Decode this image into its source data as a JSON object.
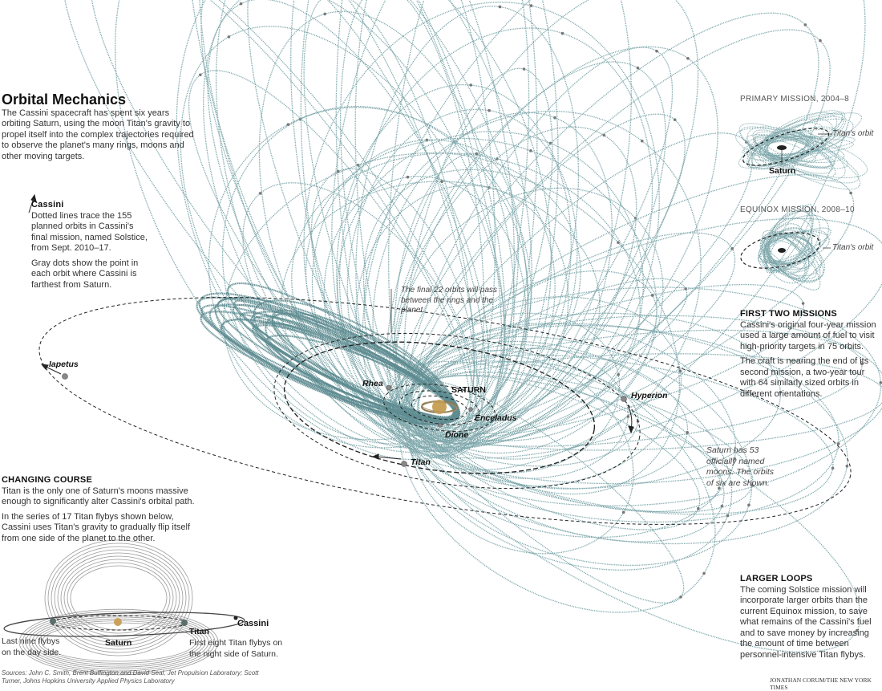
{
  "title": "Orbital Mechanics",
  "intro": "The Cassini spacecraft has spent six years orbiting Saturn, using the moon Titan's gravity to propel itself into the complex trajectories required to observe the planet's many rings, moons and other moving targets.",
  "cassini_note": {
    "heading": "Cassini",
    "p1": "Dotted lines trace the 155 planned orbits in Cassini's final mission, named Solstice, from Sept. 2010–17.",
    "p2": "Gray dots show the point in each orbit where Cassini is farthest from Saturn."
  },
  "changing_course": {
    "heading": "CHANGING COURSE",
    "p1": "Titan is the only one of Saturn's moons massive enough to significantly alter Cassini's orbital path.",
    "p2": "In the series of 17 Titan flybys shown below, Cassini uses Titan's gravity to gradually flip itself from one side of the planet to the other.",
    "inset": {
      "saturn": "Saturn",
      "titan": "Titan",
      "cassini": "Cassini",
      "left_note": "Last nine flybys on the day side.",
      "right_note": "First eight Titan flybys on the night side of Saturn."
    }
  },
  "sources": "Sources: John C. Smith, Brent Buffington and David Seal, Jet Propulsion Laboratory; Scott Turner, Johns Hopkins University Applied Physics Laboratory",
  "credit": "JONATHAN CORUM/THE NEW YORK TIMES",
  "primary_mission": {
    "caption": "PRIMARY MISSION, 2004–8",
    "titan_orbit": "Titan's orbit",
    "saturn": "Saturn"
  },
  "equinox_mission": {
    "caption": "EQUINOX MISSION, 2008–10",
    "titan_orbit": "Titan's orbit"
  },
  "first_two": {
    "heading": "FIRST TWO MISSIONS",
    "p1": "Cassini's original four-year mission used a large amount of fuel to visit high-priority targets in 75 orbits.",
    "p2": "The craft is nearing the end of its second mission, a two-year tour with 64 similarly sized orbits in different orientations."
  },
  "larger_loops": {
    "heading": "LARGER LOOPS",
    "p1": "The coming Solstice mission will incorporate larger orbits than the current Equinox mission, to save what remains of the Cassini's fuel and to save money by increasing the amount of time between personnel-intensive Titan flybys."
  },
  "moons_note": "Saturn has 53 officially named moons. The orbits of six are shown.",
  "final_orbits_note": "The final 22 orbits will pass between the rings and the planet.",
  "labels": {
    "saturn": "SATURN",
    "rhea": "Rhea",
    "enceladus": "Enceladus",
    "dione": "Dione",
    "titan": "Titan",
    "hyperion": "Hyperion",
    "iapetus": "Iapetus"
  },
  "colors": {
    "orbit": "#7ea7ab",
    "orbit_dark": "#5e8c91",
    "gray_inset": "#9a9a9a",
    "saturn": "#c9a25a"
  }
}
